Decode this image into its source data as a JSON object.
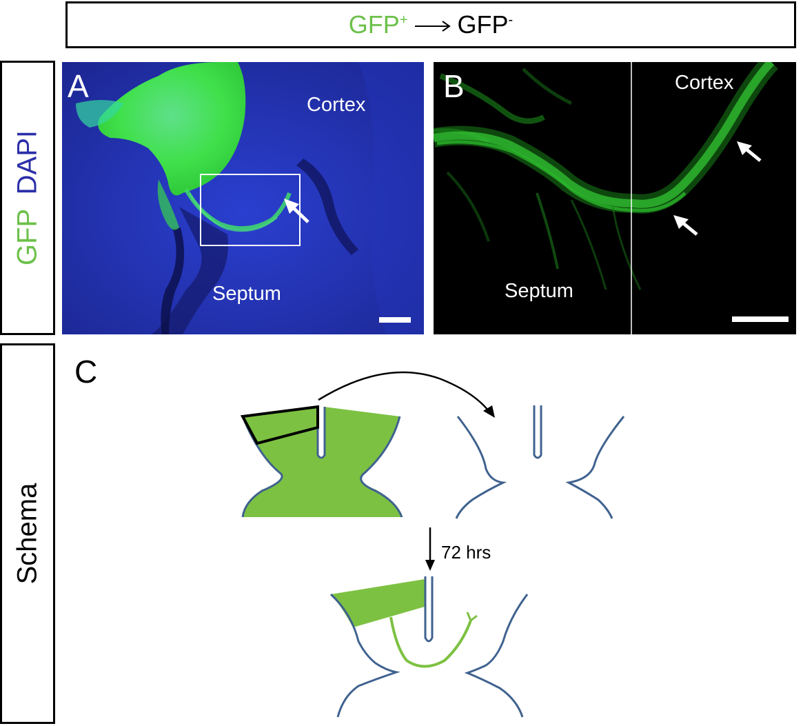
{
  "header": {
    "gfp_pos": "GFP",
    "gfp_pos_sup": "+",
    "gfp_neg": "GFP",
    "gfp_neg_sup": "-"
  },
  "row_labels": {
    "stain_gfp": "GFP",
    "stain_dapi": "DAPI",
    "schema": "Schema"
  },
  "panel_a": {
    "letter": "A",
    "cortex": "Cortex",
    "septum": "Septum"
  },
  "panel_b": {
    "letter": "B",
    "cortex": "Cortex",
    "septum": "Septum"
  },
  "panel_c": {
    "letter": "C",
    "duration": "72 hrs"
  },
  "colors": {
    "gfp_green": "#6cc04a",
    "dapi_blue": "#2b2fa8",
    "tissue_fill": "#7dc142",
    "outline_blue": "#3f628f",
    "micro_bg": "#000000"
  }
}
